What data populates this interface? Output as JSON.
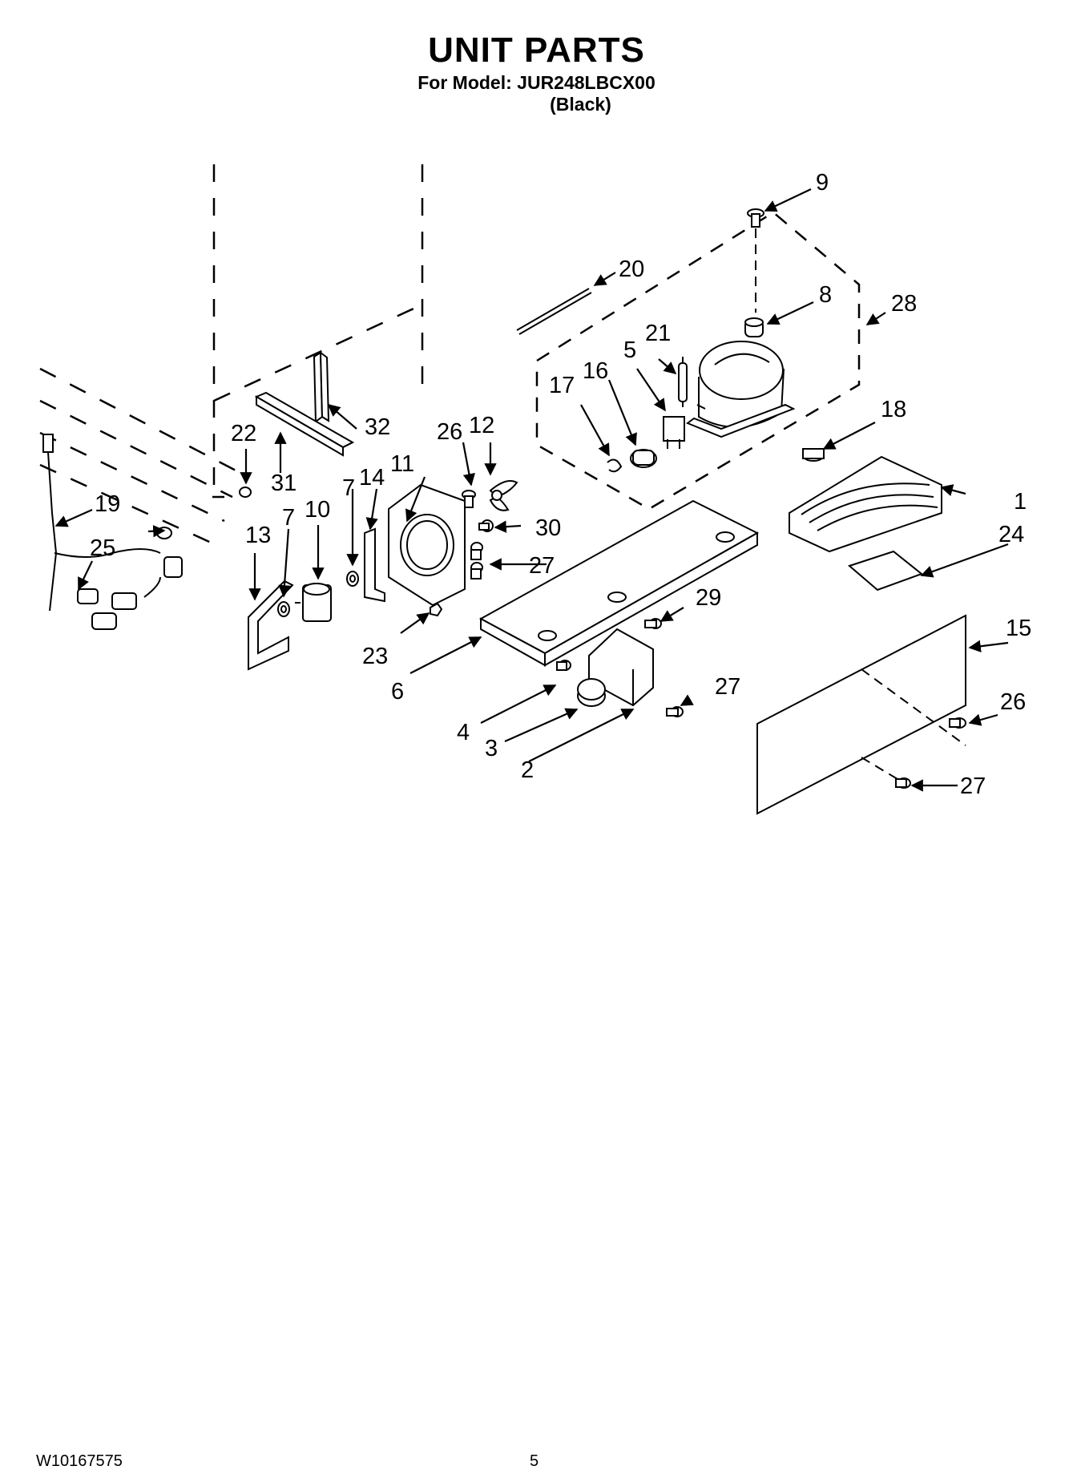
{
  "header": {
    "title": "UNIT PARTS",
    "model_line": "For Model: JUR248LBCX00",
    "variant": "(Black)"
  },
  "callouts": {
    "c1": "1",
    "c2": "2",
    "c3": "3",
    "c4": "4",
    "c5": "5",
    "c6": "6",
    "c7a": "7",
    "c7b": "7",
    "c8": "8",
    "c9": "9",
    "c10": "10",
    "c11": "11",
    "c12": "12",
    "c13": "13",
    "c14": "14",
    "c15": "15",
    "c16": "16",
    "c17": "17",
    "c18": "18",
    "c19": "19",
    "c20": "20",
    "c21": "21",
    "c22": "22",
    "c23": "23",
    "c24": "24",
    "c25": "25",
    "c26a": "26",
    "c26b": "26",
    "c27a": "27",
    "c27b": "27",
    "c27c": "27",
    "c28": "28",
    "c29": "29",
    "c30": "30",
    "c31": "31",
    "c32": "32"
  },
  "footer": {
    "document_number": "W10167575",
    "page_number": "5"
  }
}
